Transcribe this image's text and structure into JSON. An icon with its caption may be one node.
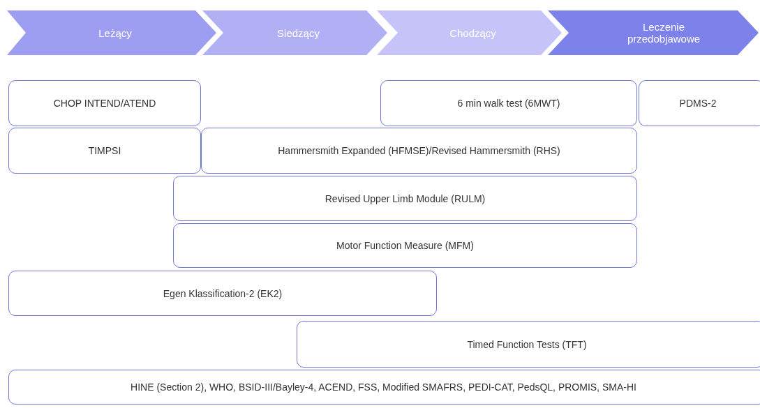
{
  "diagram": {
    "nodes": [
      {
        "text": [
          "Leżący"
        ]
      },
      {
        "text": [
          "Siedzący"
        ]
      },
      {
        "text": [
          "Chodzący"
        ]
      },
      {
        "text": [
          "Leczenie przedobjawowe"
        ]
      },
      {
        "text": [
          "CHOP INTEND/ATEND"
        ]
      },
      {
        "text": [
          "6 min walk test (6MWT)"
        ]
      },
      {
        "text": [
          "PDMS-2"
        ]
      },
      {
        "text": [
          "TIMPSI"
        ]
      },
      {
        "text": [
          "Hammersmith Expanded (HFMSE)/Revised Hammersmith (RHS)"
        ]
      },
      {
        "text": [
          "Revised Upper Limb Module (RULM)"
        ]
      },
      {
        "text": [
          "Motor Function Measure (MFM)"
        ]
      },
      {
        "text": [
          "Egen Klassification-2 (EK2)"
        ]
      },
      {
        "text": [
          "Timed Function Tests (TFT)"
        ]
      },
      {
        "text": [
          "HINE (Section 2), WHO, BSID-III/Bayley-4, ACEND, FSS, Modified SMAFRS, PEDI-CAT, PedsQL, PROMIS, SMA-HI"
        ]
      }
    ]
  }
}
